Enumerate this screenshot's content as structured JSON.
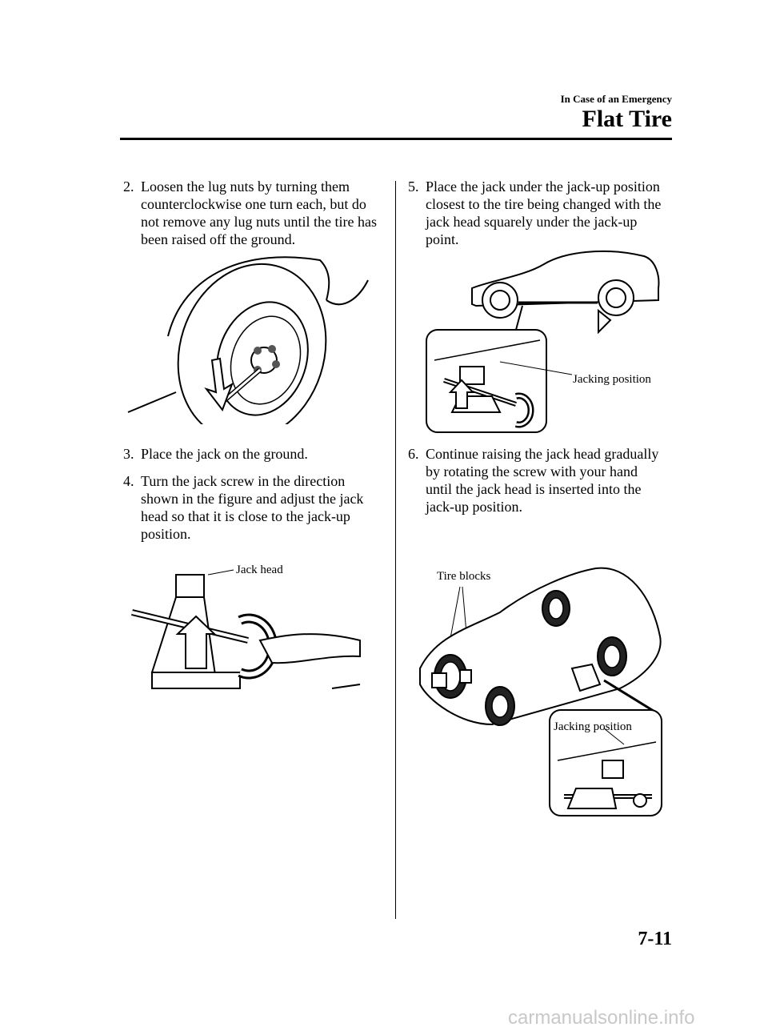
{
  "header": {
    "section": "In Case of an Emergency",
    "title": "Flat Tire"
  },
  "steps": [
    {
      "num": "2.",
      "text": "Loosen the lug nuts by turning them counterclockwise one turn each, but do not remove any lug nuts until the tire has been raised off the ground."
    },
    {
      "num": "3.",
      "text": "Place the jack on the ground."
    },
    {
      "num": "4.",
      "text": "Turn the jack screw in the direction shown in the figure and adjust the jack head so that it is close to the jack-up position."
    },
    {
      "num": "5.",
      "text": "Place the jack under the jack-up position closest to the tire being changed with the jack head squarely under the jack-up point."
    },
    {
      "num": "6.",
      "text": "Continue raising the jack head gradually by rotating the screw with your hand until the jack head is inserted into the jack-up position."
    }
  ],
  "figures": {
    "jack_head_label": "Jack head",
    "jacking_position_label_1": "Jacking position",
    "tire_blocks_label": "Tire blocks",
    "jacking_position_label_2": "Jacking position"
  },
  "page_number": "7-11",
  "footer_watermark": "carmanualsonline.info"
}
